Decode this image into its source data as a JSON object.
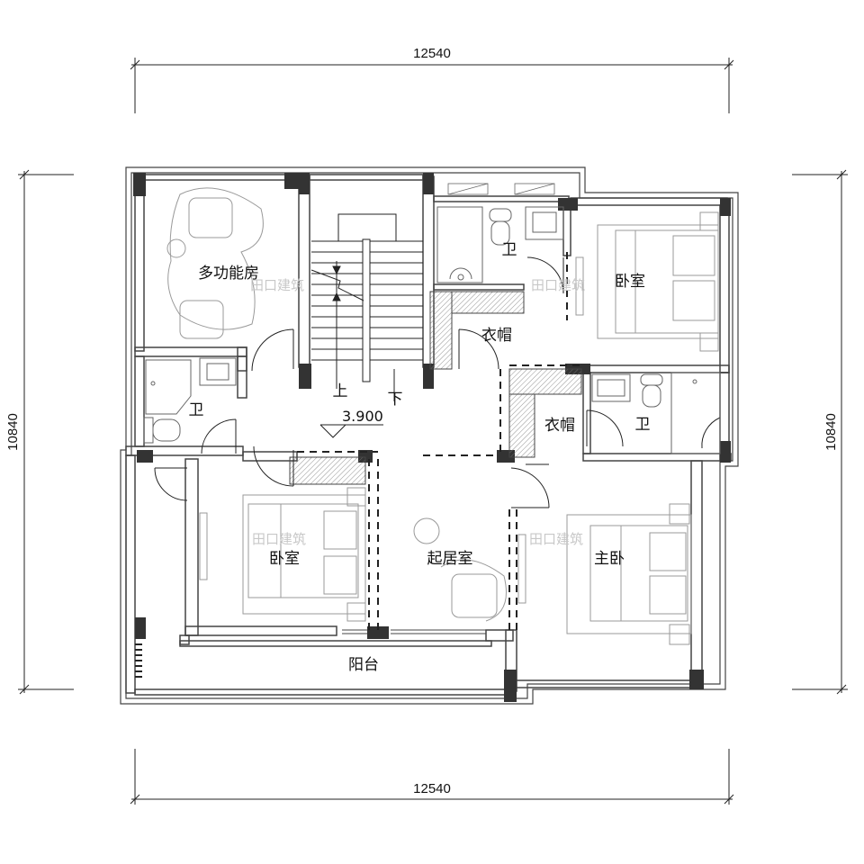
{
  "dimensions": {
    "top_width": "12540",
    "bottom_width": "12540",
    "left_height": "10840",
    "right_height": "10840"
  },
  "rooms": {
    "multi_function": "多功能房",
    "bath_left": "卫",
    "bath_top": "卫",
    "bath_right": "卫",
    "bedroom_ne": "卧室",
    "closet_top": "衣帽",
    "closet_right": "衣帽",
    "bedroom_sw": "卧室",
    "living_room": "起居室",
    "master_bedroom": "主卧",
    "balcony": "阳台"
  },
  "stairs": {
    "up": "上",
    "down": "下",
    "elevation": "3.900"
  },
  "watermark": {
    "text": "田口建筑"
  },
  "colors": {
    "wall": "#444444",
    "column": "#333333",
    "furniture": "#9a9a9a",
    "line": "#222222"
  }
}
